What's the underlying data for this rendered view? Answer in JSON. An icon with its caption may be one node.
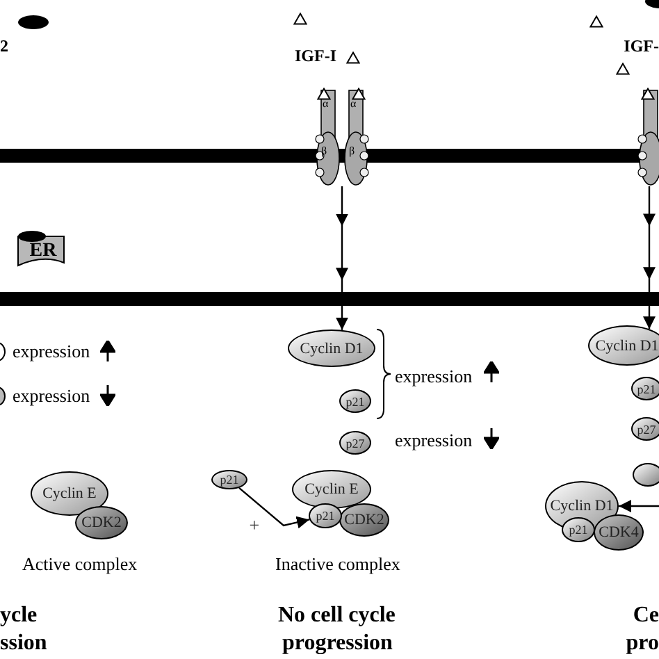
{
  "diagram": {
    "nodes": [
      {
        "text": [
          "α",
          "α",
          "β",
          "β"
        ]
      },
      {
        "text": [],
        "shape": "receptor"
      },
      {
        "text": [
          "ER"
        ]
      },
      {
        "text": [
          "Cyclin D1"
        ]
      },
      {
        "text": [
          "p21"
        ]
      },
      {
        "text": [
          "p27"
        ]
      },
      {
        "text": [
          "p21"
        ]
      },
      {
        "text": [
          "Cyclin E"
        ]
      },
      {
        "text": [
          "p21"
        ]
      },
      {
        "text": [
          "CDK2"
        ]
      },
      {
        "text": [
          "Cyclin E"
        ]
      },
      {
        "text": [
          "CDK2"
        ]
      },
      {
        "text": [
          "Cyclin D1"
        ]
      },
      {
        "text": [
          "p21"
        ]
      },
      {
        "text": [
          "p27"
        ]
      },
      {
        "text": [],
        "shape": "circle"
      },
      {
        "text": [
          "Cyclin D1"
        ]
      },
      {
        "text": [
          "p21"
        ]
      },
      {
        "text": [
          "CDK4"
        ]
      }
    ],
    "edges": [
      {
        "from": 0,
        "to": 3,
        "arrow": "to"
      },
      {
        "from": 1,
        "to": 12,
        "arrow": "to"
      },
      {
        "from": 6,
        "to": 8,
        "arrow": "to",
        "label": "+"
      },
      {
        "from": null,
        "to": 16,
        "arrow": "to"
      }
    ],
    "labels": [
      "2",
      "IGF-I",
      "IGF-",
      "expression",
      "expression",
      "expression",
      "expression",
      "Active complex",
      "Inactive complex",
      "ycle",
      "ssion",
      "No cell cycle",
      "progression",
      "Ce",
      "pro"
    ]
  }
}
